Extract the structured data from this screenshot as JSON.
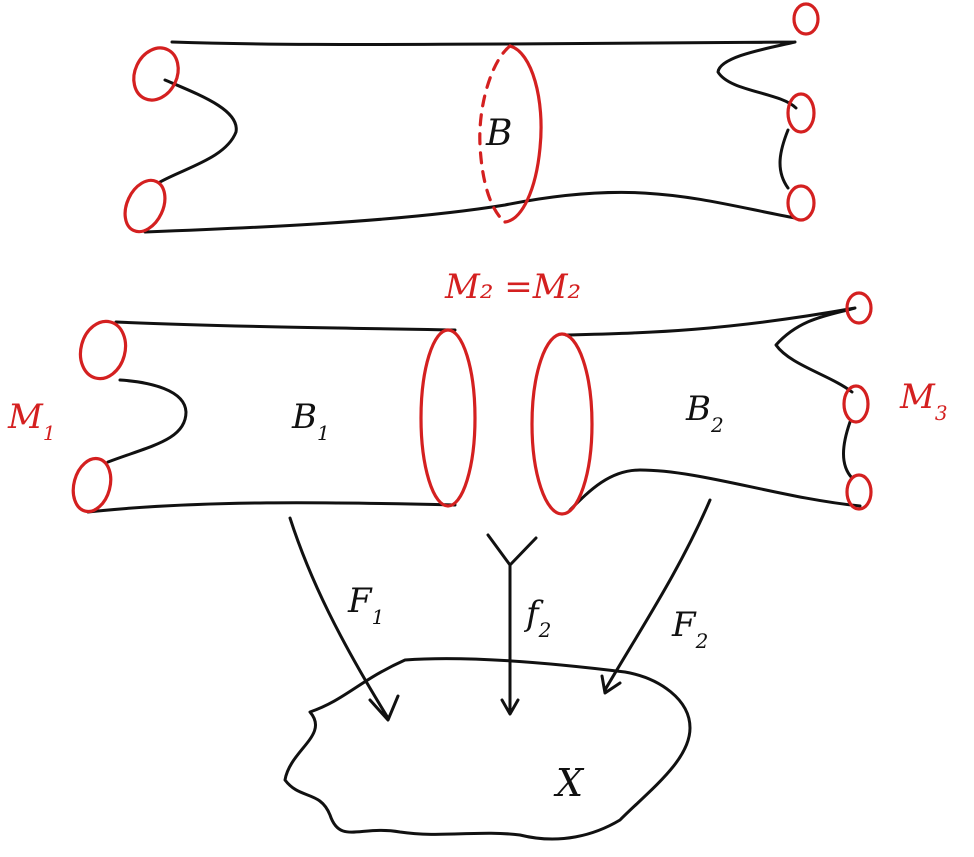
{
  "labels": {
    "top_bordism": "B",
    "left_bordism": "B",
    "left_bordism_sub": "1",
    "right_bordism": "B",
    "right_bordism_sub": "2",
    "glue_equation": "M₂ =M₂",
    "left_boundary": "M",
    "left_boundary_sub": "1",
    "right_boundary": "M",
    "right_boundary_sub": "3",
    "map_left": "F",
    "map_left_sub": "1",
    "map_middle": "f",
    "map_middle_sub": "2",
    "map_right": "F",
    "map_right_sub": "2",
    "target_space": "X"
  },
  "colors": {
    "ink": "#111111",
    "boundary": "#d42020"
  }
}
